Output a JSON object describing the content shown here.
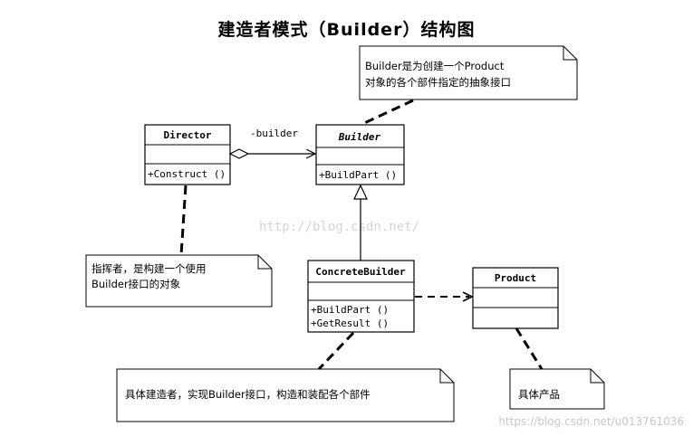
{
  "title": "建造者模式（Builder）结构图",
  "classes": {
    "director": {
      "name": "Director",
      "operations": [
        "+Construct ()"
      ]
    },
    "builder": {
      "name": "Builder",
      "operations": [
        "+BuildPart ()"
      ]
    },
    "concrete_builder": {
      "name": "ConcreteBuilder",
      "operations": [
        "+BuildPart ()",
        "+GetResult ()"
      ]
    },
    "product": {
      "name": "Product",
      "operations": []
    }
  },
  "relations": {
    "aggregation_role": "-builder"
  },
  "notes": {
    "builder_note": [
      "Builder是为创建一个Product",
      "对象的各个部件指定的抽象接口"
    ],
    "director_note": [
      "指挥者，是构建一个使用",
      "Builder接口的对象"
    ],
    "concrete_builder_note": "具体建造者，实现Builder接口，构造和装配各个部件",
    "product_note": "具体产品"
  },
  "watermarks": {
    "center": "http://blog.csdn.net/",
    "corner": "https://blog.csdn.net/u013761036"
  }
}
